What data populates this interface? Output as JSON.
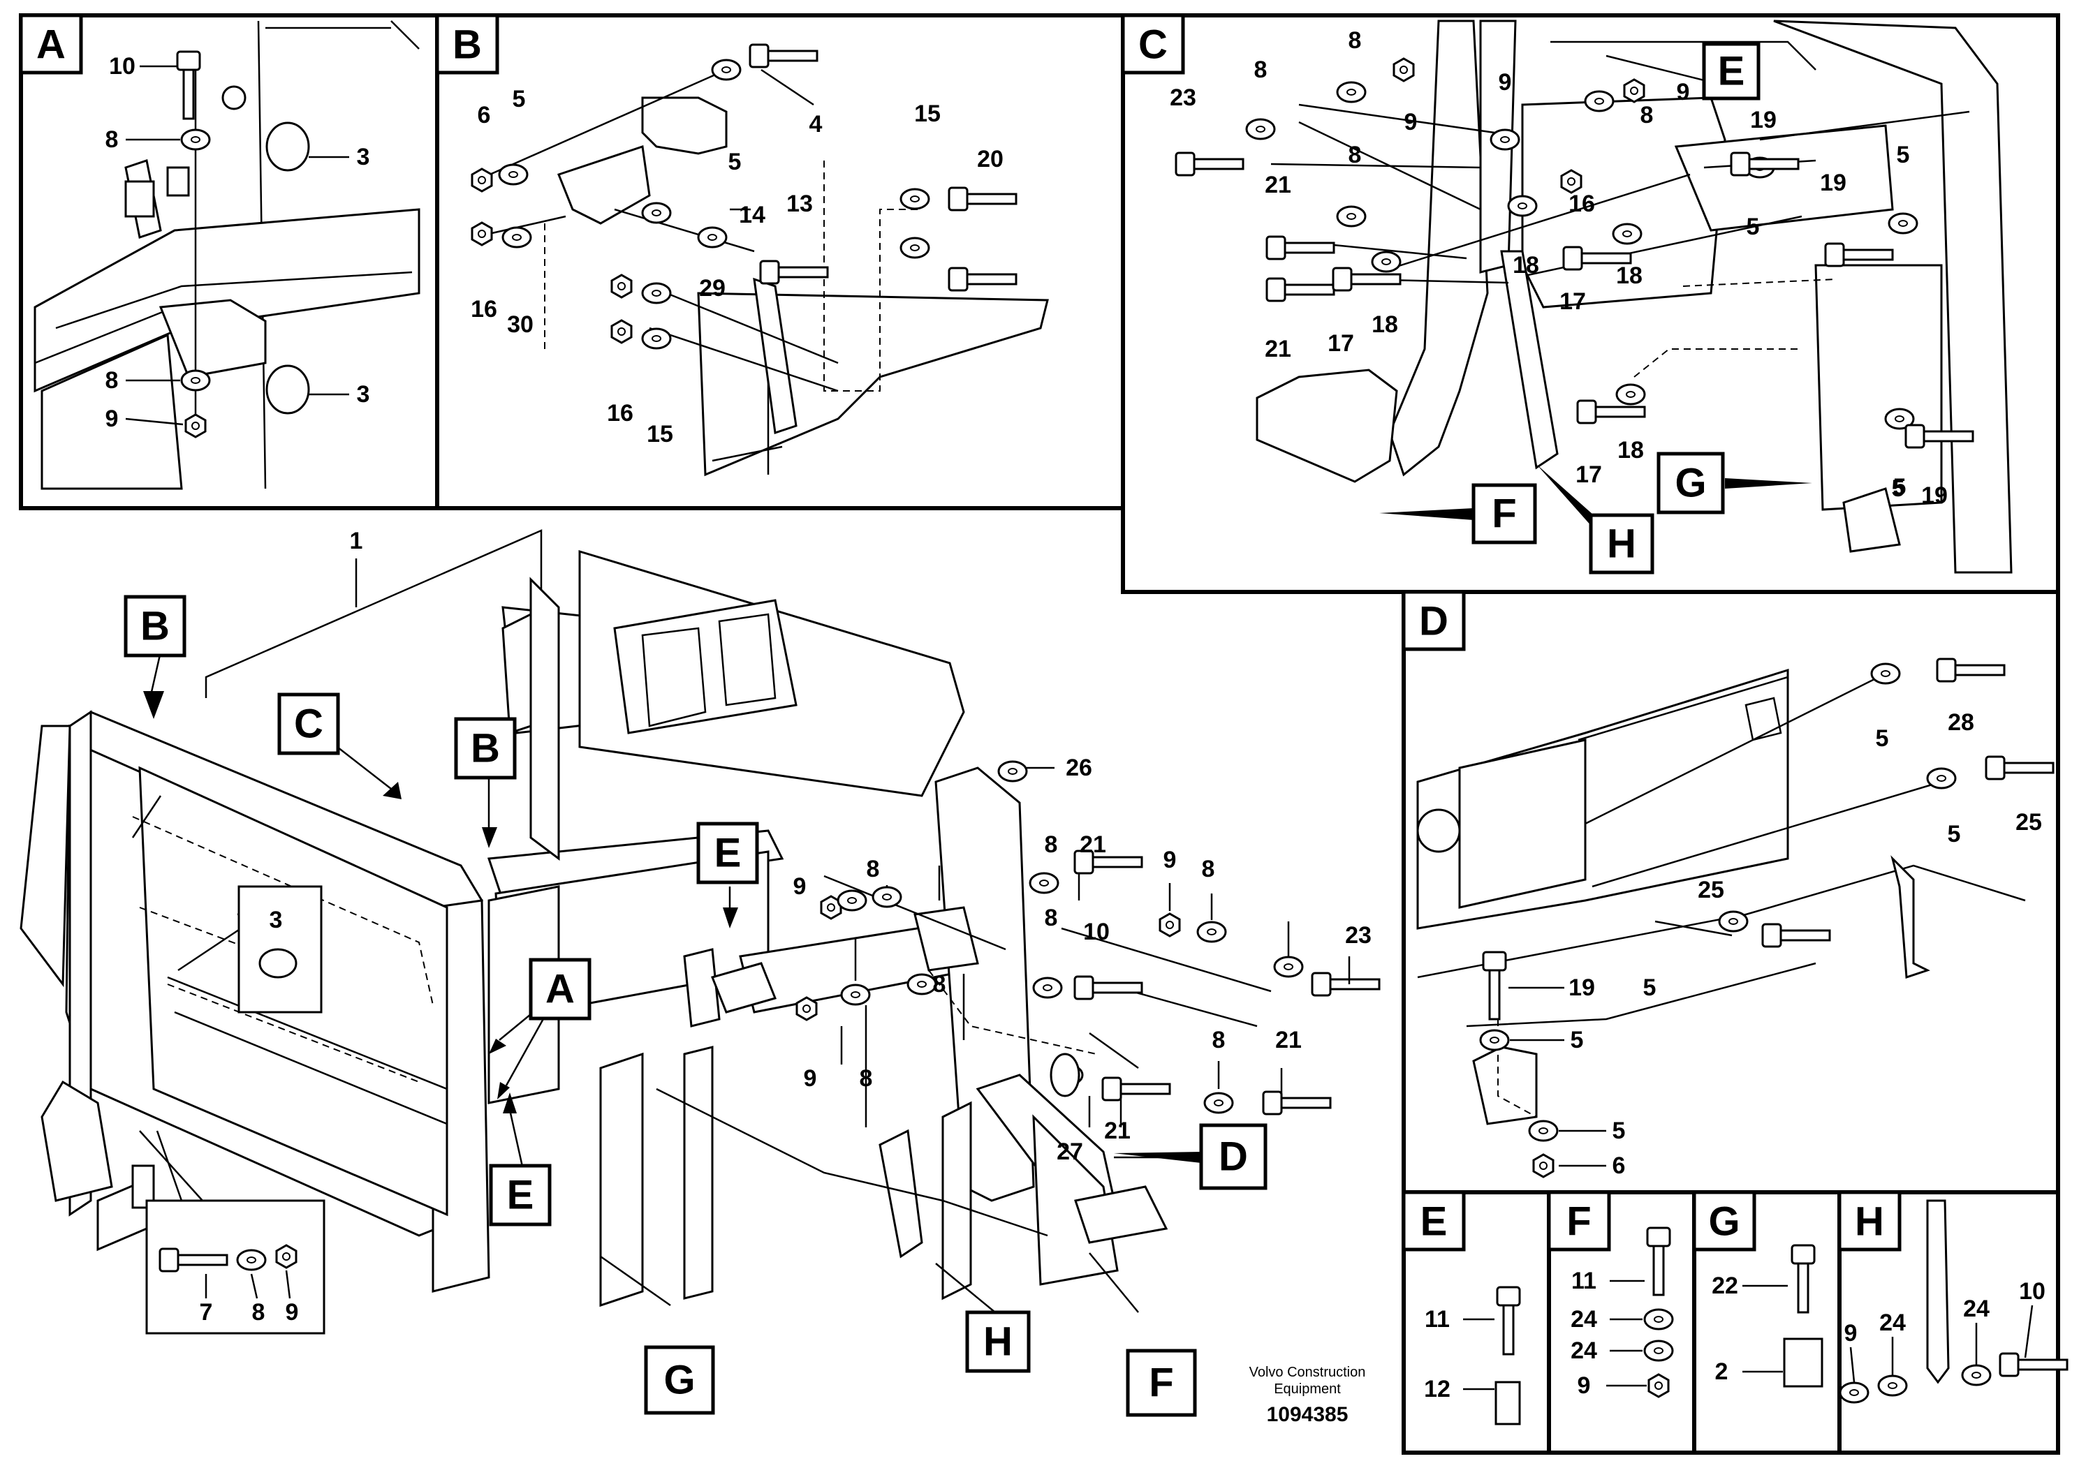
{
  "panels": {
    "A": "A",
    "B": "B",
    "C": "C",
    "D": "D",
    "E": "E",
    "F": "F",
    "G": "G",
    "H": "H"
  },
  "main_tags": {
    "b_top": "B",
    "b_mid": "B",
    "c": "C",
    "a": "A",
    "e_top": "E",
    "e_bottom": "E",
    "d": "D",
    "g": "G",
    "h": "H",
    "f": "F"
  },
  "panel_c_tags": {
    "e": "E",
    "f": "F",
    "h": "H",
    "g": "G"
  },
  "callouts": {
    "main": [
      "1",
      "3",
      "7",
      "8",
      "9",
      "26",
      "8",
      "21",
      "9",
      "8",
      "10",
      "9",
      "8",
      "8",
      "23",
      "9",
      "8",
      "8",
      "8",
      "21",
      "27",
      "21"
    ],
    "panel_a": [
      "10",
      "8",
      "3",
      "8",
      "9",
      "3"
    ],
    "panel_b": [
      "6",
      "5",
      "4",
      "5",
      "15",
      "20",
      "14",
      "13",
      "16",
      "30",
      "29",
      "16",
      "15"
    ],
    "panel_c": [
      "23",
      "8",
      "8",
      "9",
      "9",
      "9",
      "8",
      "19",
      "21",
      "8",
      "16",
      "19",
      "5",
      "5",
      "5",
      "18",
      "17",
      "18",
      "21",
      "17",
      "18",
      "17",
      "18",
      "5",
      "19"
    ],
    "panel_d": [
      "5",
      "28",
      "5",
      "25",
      "25",
      "19",
      "5",
      "5",
      "5",
      "6"
    ],
    "panel_e": [
      "11",
      "12"
    ],
    "panel_f": [
      "11",
      "24",
      "24",
      "9"
    ],
    "panel_g": [
      "22",
      "2"
    ],
    "panel_h": [
      "9",
      "24",
      "24",
      "10"
    ]
  },
  "footer": {
    "company_line1": "Volvo Construction",
    "company_line2": "Equipment",
    "doc_number": "1094385"
  }
}
